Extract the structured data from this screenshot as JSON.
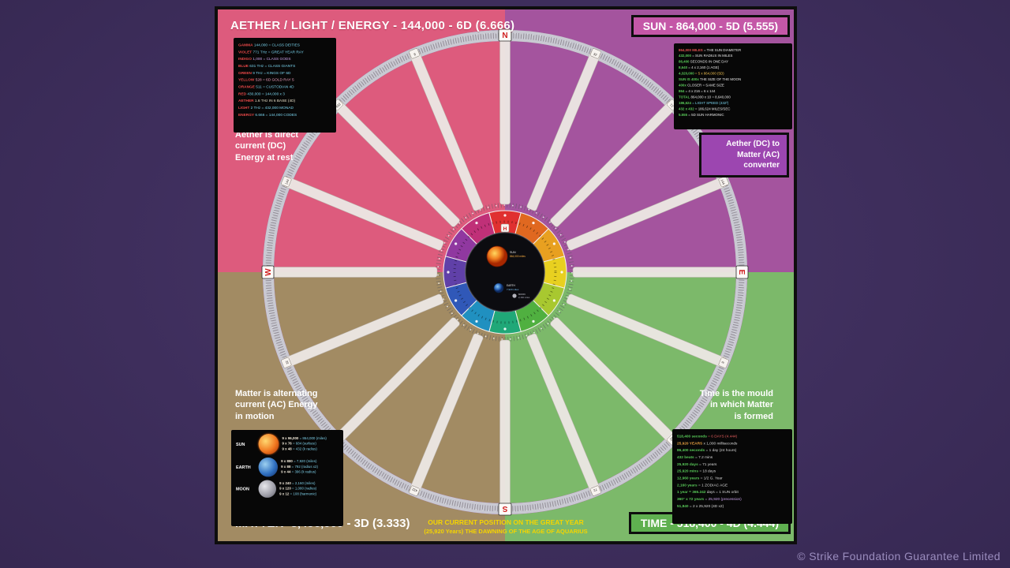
{
  "watermark": "© Strike Foundation Guarantee Limited",
  "quadrants": {
    "aether": {
      "title": "AETHER / LIGHT / ENERGY - 144,000 - 6D (6.666)",
      "color": "#dd5b7d",
      "note": "Aether is direct\ncurrent (DC)\nEnergy at rest",
      "info_lines": [
        [
          "GAMMA",
          "144,000 = CLASS DEITIES"
        ],
        [
          "VIOLET",
          "771 THz = GREAT YEAR RAY"
        ],
        [
          "INDIGO",
          "1,000 = CLASS GODS"
        ],
        [
          "BLUE",
          "631 THz = CLASS GIANTS"
        ],
        [
          "GREEN",
          "9 THz = KINGS OF 6D"
        ],
        [
          "YELLOW",
          "528 = 6D GOLD RAY 5"
        ],
        [
          "ORANGE",
          "511 = CUSTODIAN 4D"
        ],
        [
          "RED",
          "430,000 = 144,000 x 3"
        ],
        [
          "AETHER",
          "1.6 THz IN 6 BASE (4D)"
        ],
        [
          "LIGHT",
          "2 THz = 432,000 MONAD"
        ],
        [
          "ENERGY",
          "6.666 = 144,000 CODES"
        ]
      ]
    },
    "sun": {
      "title": "SUN - 864,000 - 5D (5.555)",
      "color": "#a4549e",
      "note": "Aether (DC) to\nMatter (AC)\nconverter",
      "info_lines": [
        [
          "864,000 MILES",
          "= THE SUN DIAMETER"
        ],
        [
          "432,000",
          "= SUN RADIUS IN MILES"
        ],
        [
          "86,400",
          "SECONDS IN ONE DAY"
        ],
        [
          "8,640",
          "= 4 x 2,160 (1 AGE)"
        ],
        [
          "4,320,000",
          "= 5 x 864,000 (5D)"
        ],
        [
          "SUN IS 400x",
          "THE SIZE OF THE MOON"
        ],
        [
          "400x",
          "CLOSER = SAME SIZE"
        ],
        [
          "864",
          "= 4 x 216 = 6 x 144"
        ],
        [
          "TOTAL",
          "864,000 x 10 = 8,640,000"
        ],
        [
          "186,624",
          "= LIGHT SPEED (432²)"
        ],
        [
          "432 x 432",
          "= 186,624 MILES/SEC"
        ],
        [
          "5.555",
          "= 5D SUN HARMONIC"
        ]
      ]
    },
    "matter": {
      "title": "MATTER- 3,456,000 - 3D (3.333)",
      "color": "#a28b63",
      "note": "Matter is alternating\ncurrent (AC) Energy\nin motion",
      "bodies": [
        {
          "name": "SUN",
          "icon": "sun",
          "lines": [
            [
              "9 x 96,000",
              "= 864,000 (miles)"
            ],
            [
              "9 x 76",
              "= 684 (surface)"
            ],
            [
              "9 x 48",
              "= 432 (k radius)"
            ]
          ]
        },
        {
          "name": "EARTH",
          "icon": "earth",
          "lines": [
            [
              "9 x 880",
              "= 7,920 (miles)"
            ],
            [
              "9 x 88",
              "= 792 (radius x2)"
            ],
            [
              "9 x 44",
              "= 396 (k radius)"
            ]
          ]
        },
        {
          "name": "MOON",
          "icon": "moon",
          "lines": [
            [
              "9 x 240",
              "= 2,160 (miles)"
            ],
            [
              "9 x 120",
              "= 1,080 (radius)"
            ],
            [
              "9 x 12",
              "= 108 (harmonic)"
            ]
          ]
        }
      ]
    },
    "time": {
      "title": "TIME - 518,400 - 4D (4.444)",
      "color": "#7cb96a",
      "note": "Time is the mould\nin which Matter\nis formed",
      "info_lines": [
        [
          "518,400 seconds",
          "= 6 DAYS (4.444)"
        ],
        [
          "25,920 YEARS",
          "x 1,000 milliseconds"
        ],
        [
          "86,400 seconds",
          "= 1 day (24 hours)"
        ],
        [
          "432 beats",
          "= 7.2 mins"
        ],
        [
          "25,920 days",
          "= 71 years"
        ],
        [
          "25,920 mins",
          "= 18 days"
        ],
        [
          "12,960 years",
          "= 1/2 G. Year"
        ],
        [
          "2,160 years",
          "= 1 ZODIAC AGE"
        ],
        [
          "1 year = 365.242",
          "days = 1 SUN orbit"
        ],
        [
          "360° x 72 years",
          "= 25,920 (precession)"
        ],
        [
          "51,840",
          "= 2 x 25,920 (4D x2)"
        ]
      ]
    }
  },
  "footer": {
    "line1": "OUR CURRENT POSITION ON THE GREAT YEAR",
    "line2": "(25,920 Years) THE DAWNING OF THE AGE OF AQUARIUS"
  },
  "wheel": {
    "cardinals": {
      "north": "N",
      "east": "E",
      "south": "S",
      "west": "W",
      "hub": "H"
    },
    "rings": [
      {
        "c": "#eadfe4",
        "w": 5
      },
      {
        "c": "#c75a9e",
        "w": 14
      },
      {
        "c": "#b29a6b",
        "w": 14
      },
      {
        "c": "#a6cede",
        "w": 14
      },
      {
        "c": "#c4539f",
        "w": 14
      },
      {
        "c": "#e0913f",
        "w": 14
      },
      {
        "c": "#b6d2e2",
        "w": 14
      },
      {
        "c": "#cc66a6",
        "w": 14
      },
      {
        "c": "#ae9266",
        "w": 14
      },
      {
        "c": "#58a84c",
        "w": 14
      },
      {
        "c": "#8a56aa",
        "w": 14
      },
      {
        "c": "#46a89e",
        "w": 14
      },
      {
        "c": "#4a78c2",
        "w": 14
      },
      {
        "c": "#c0539e",
        "w": 14
      },
      {
        "c": "#7452a4",
        "w": 14
      },
      {
        "c": "#d0628f",
        "w": 14
      },
      {
        "c": "#c9c9d2",
        "w": 14
      }
    ],
    "rainbow_colors": [
      "#e03030",
      "#e06820",
      "#e8a020",
      "#e8d020",
      "#a8c830",
      "#50b040",
      "#20a878",
      "#2090c0",
      "#3058b8",
      "#6040a8",
      "#9038a0",
      "#c03078"
    ],
    "cell_values": [
      "8",
      "16",
      "24",
      "32",
      "48",
      "64",
      "72",
      "96",
      "108",
      "144",
      "216",
      "288",
      "432",
      "864",
      "1,728"
    ],
    "center": {
      "sun_label": "SUN",
      "sun_value": "864,000 miles",
      "earth_label": "EARTH",
      "earth_value": "7,920 miles",
      "moon_label": "MOON",
      "moon_value": "2,160 miles"
    }
  }
}
